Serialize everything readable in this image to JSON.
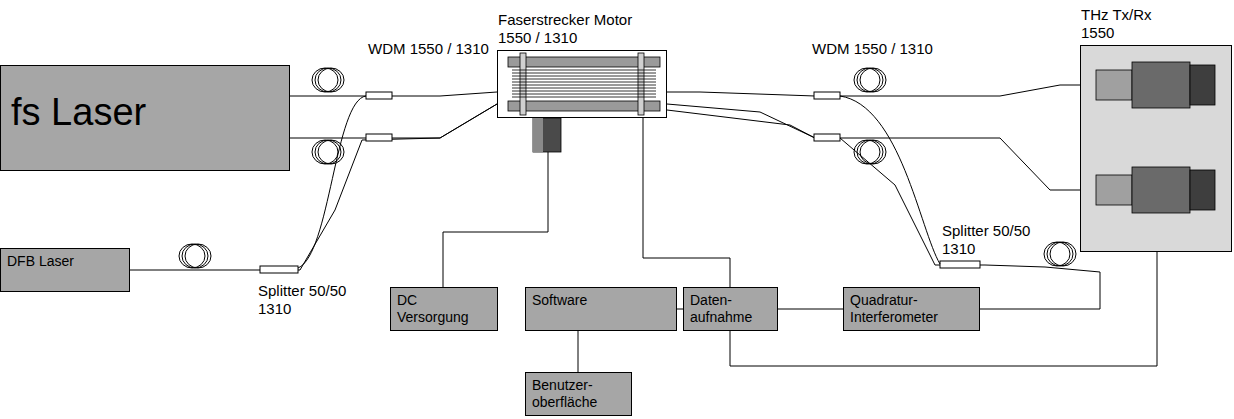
{
  "diagram": {
    "nodes": [
      {
        "text": [
          "fs Laser"
        ]
      },
      {
        "text": [
          "DFB Laser"
        ]
      },
      {
        "text": [
          "Faserstrecker Motor 1550 / 1310"
        ]
      },
      {
        "text": [
          "THz Tx/Rx 1550"
        ]
      },
      {
        "text": [
          "DC Versorgung"
        ]
      },
      {
        "text": [
          "Software"
        ]
      },
      {
        "text": [
          "Benutzer- oberfläche"
        ]
      },
      {
        "text": [
          "Daten- aufnahme"
        ]
      },
      {
        "text": [
          "Quadratur- Interferometer"
        ]
      }
    ],
    "edges": [
      {
        "from": 0,
        "to": 2,
        "arrow": "none"
      },
      {
        "from": 0,
        "to": 2,
        "arrow": "none"
      },
      {
        "from": 1,
        "to": 2,
        "arrow": "none"
      },
      {
        "from": 2,
        "to": 3,
        "arrow": "none"
      },
      {
        "from": 2,
        "to": 3,
        "arrow": "none"
      },
      {
        "from": 2,
        "to": 8,
        "arrow": "none"
      },
      {
        "from": 2,
        "to": 4,
        "arrow": "none"
      },
      {
        "from": 2,
        "to": 7,
        "arrow": "none"
      },
      {
        "from": 5,
        "to": 7,
        "arrow": "none"
      },
      {
        "from": 5,
        "to": 6,
        "arrow": "none"
      },
      {
        "from": 7,
        "to": 8,
        "arrow": "none"
      },
      {
        "from": 3,
        "to": 7,
        "arrow": "none"
      }
    ],
    "labels": [
      "WDM 1550 / 1310",
      "WDM 1550 / 1310",
      "Splitter 50/50 1310",
      "Splitter 50/50 1310"
    ]
  }
}
